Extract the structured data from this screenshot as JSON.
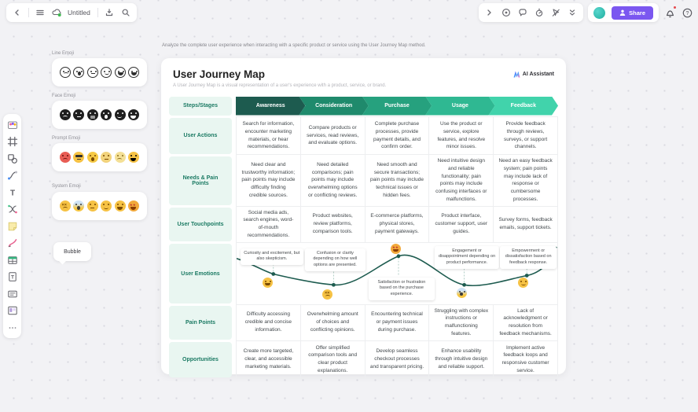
{
  "app": {
    "document_title": "Untitled",
    "share_label": "Share",
    "topbar_left_icons": [
      "back-chevron-icon",
      "menu-icon",
      "cloud-sync-icon",
      "save-icon",
      "search-icon"
    ],
    "topbar_right_icons": [
      "forward-chevron-icon",
      "frames-icon",
      "comment-icon",
      "timer-icon",
      "laser-pointer-icon",
      "collapse-toolbar-icon",
      "notification-bell-icon",
      "help-icon"
    ]
  },
  "left_toolbar": {
    "items": [
      {
        "name": "templates-icon"
      },
      {
        "name": "frame-icon"
      },
      {
        "name": "shapes-icon"
      },
      {
        "name": "connector-icon"
      },
      {
        "name": "text-icon"
      },
      {
        "name": "mindmap-icon"
      },
      {
        "name": "sticky-note-icon"
      },
      {
        "name": "pen-icon"
      },
      {
        "name": "table-icon"
      },
      {
        "name": "doc-icon"
      },
      {
        "name": "text-block-icon"
      },
      {
        "name": "kanban-icon"
      },
      {
        "name": "more-icon"
      }
    ]
  },
  "emoji_panels": [
    {
      "label": "Line Emoji",
      "faces": [
        {
          "name": "sad-line-emoji",
          "bg": "#ffffff",
          "fg": "#2f2f2f",
          "border": "#2f2f2f",
          "mouth": "frown"
        },
        {
          "name": "worried-line-emoji",
          "bg": "#ffffff",
          "fg": "#2f2f2f",
          "border": "#2f2f2f",
          "mouth": "open"
        },
        {
          "name": "neutral-line-emoji",
          "bg": "#ffffff",
          "fg": "#2f2f2f",
          "border": "#2f2f2f",
          "mouth": "flat"
        },
        {
          "name": "slight-smile-line-emoji",
          "bg": "#ffffff",
          "fg": "#2f2f2f",
          "border": "#2f2f2f",
          "mouth": "smile"
        },
        {
          "name": "happy-line-emoji",
          "bg": "#ffffff",
          "fg": "#2f2f2f",
          "border": "#2f2f2f",
          "mouth": "grin"
        },
        {
          "name": "laughing-line-emoji",
          "bg": "#ffffff",
          "fg": "#2f2f2f",
          "border": "#2f2f2f",
          "mouth": "grin"
        }
      ]
    },
    {
      "label": "Face Emoji",
      "faces": [
        {
          "name": "sad-black-emoji",
          "bg": "#1f1f1f",
          "fg": "#ffffff",
          "mouth": "frown"
        },
        {
          "name": "neutral-black-emoji",
          "bg": "#1f1f1f",
          "fg": "#ffffff",
          "mouth": "flat"
        },
        {
          "name": "speechless-black-emoji",
          "bg": "#1f1f1f",
          "fg": "#ffffff",
          "mouth": "block"
        },
        {
          "name": "surprised-black-emoji",
          "bg": "#1f1f1f",
          "fg": "#ffffff",
          "mouth": "open"
        },
        {
          "name": "smiling-black-emoji",
          "bg": "#1f1f1f",
          "fg": "#ffffff",
          "mouth": "smile"
        },
        {
          "name": "laughing-black-emoji",
          "bg": "#1f1f1f",
          "fg": "#ffffff",
          "mouth": "grin"
        }
      ]
    },
    {
      "label": "Prompt Emoji",
      "faces": [
        {
          "name": "angry-emoji",
          "bg": "#e85d55",
          "fg": "#6b1410",
          "mouth": "frown"
        },
        {
          "name": "cool-shades-emoji",
          "bg": "#f6c244",
          "fg": "#333333",
          "eyes": "shades",
          "mouth": "flat"
        },
        {
          "name": "relieved-sweat-emoji",
          "bg": "#f6c944",
          "fg": "#7a4a00",
          "mouth": "open"
        },
        {
          "name": "thinking-emoji",
          "bg": "#f2d37c",
          "fg": "#7a4a00",
          "mouth": "flat"
        },
        {
          "name": "melting-emoji",
          "bg": "#f4e096",
          "fg": "#8a6d1f",
          "mouth": "frown"
        },
        {
          "name": "zany-emoji",
          "bg": "#f6c244",
          "fg": "#b round",
          "mouth": "grin"
        }
      ]
    },
    {
      "label": "System Emoji",
      "faces": [
        {
          "name": "confounded-emoji",
          "bg": "#f6c244",
          "fg": "#7a4a00",
          "eyes": "x",
          "mouth": "frown"
        },
        {
          "name": "screaming-emoji",
          "bg": "linear-gradient(180deg,#cfe3f5 30%,#f6c643 70%)",
          "fg": "#3a3a3a",
          "mouth": "open"
        },
        {
          "name": "skeptical-emoji",
          "bg": "#f6c244",
          "fg": "#7a4a00",
          "mouth": "flat"
        },
        {
          "name": "slight-smile-emoji",
          "bg": "#f6c244",
          "fg": "#7a4a00",
          "mouth": "smile"
        },
        {
          "name": "grinning-emoji",
          "bg": "#f6c244",
          "fg": "#7a4a00",
          "mouth": "grin"
        },
        {
          "name": "star-struck-emoji",
          "bg": "#f2a93b",
          "fg": "#8a3c00",
          "eyes": "star",
          "mouth": "grin"
        }
      ]
    }
  ],
  "bubble": {
    "label": "Bubble"
  },
  "note": {
    "text": "Analyze the complete user experience when interacting with a specific product or service using the User Journey Map method."
  },
  "card": {
    "title": "User Journey Map",
    "subtitle": "A User Journey Map is a visual representation of a user's experience with a product, service, or brand.",
    "ai_badge": "AI Assistant"
  },
  "journey_table": {
    "steps_header": "Steps/Stages",
    "stages": [
      {
        "label": "Awareness",
        "color": "#1d5b4f"
      },
      {
        "label": "Consideration",
        "color": "#1f8a6c"
      },
      {
        "label": "Purchase",
        "color": "#26a17e"
      },
      {
        "label": "Usage",
        "color": "#2fb892"
      },
      {
        "label": "Feedback",
        "color": "#41d3ab"
      }
    ],
    "rows": [
      {
        "label": "User Actions",
        "type": "text",
        "cells": [
          "Search for information, encounter marketing materials, or hear recommendations.",
          "Compare products or services, read reviews, and evaluate options.",
          "Complete purchase processes, provide payment details, and confirm order.",
          "Use the product or service, explore features, and resolve minor issues.",
          "Provide feedback through reviews, surveys, or support channels."
        ]
      },
      {
        "label": "Needs & Pain Points",
        "type": "text",
        "cells": [
          "Need clear and trustworthy information; pain points may include difficulty finding credible sources.",
          "Need detailed comparisons; pain points may include overwhelming options or conflicting reviews.",
          "Need smooth and secure transactions; pain points may include technical issues or hidden fees.",
          "Need intuitive design and reliable functionality; pain points may include confusing interfaces or malfunctions.",
          "Need an easy feedback system; pain points may include lack of response or cumbersome processes."
        ]
      },
      {
        "label": "User Touchpoints",
        "type": "text",
        "cells": [
          "Social media ads, search engines, word-of-mouth recommendations.",
          "Product websites, review platforms, comparison tools.",
          "E-commerce platforms, physical stores, payment gateways.",
          "Product interface, customer support, user guides.",
          "Survey forms, feedback emails, support tickets."
        ]
      },
      {
        "label": "User Emotions",
        "type": "emotions"
      },
      {
        "label": "Pain Points",
        "type": "text",
        "cells": [
          "Difficulty accessing credible and concise information.",
          "Overwhelming amount of choices and conflicting opinions.",
          "Encountering technical or payment issues during purchase.",
          "Struggling with complex instructions or malfunctioning features.",
          "Lack of acknowledgment or resolution from feedback mechanisms."
        ]
      },
      {
        "label": "Opportunities",
        "type": "text",
        "cells": [
          "Create more targeted, clear, and accessible marketing materials.",
          "Offer simplified comparison tools and clear product explanations.",
          "Develop seamless checkout processes and transparent pricing.",
          "Enhance usability through intuitive design and reliable support.",
          "Implement active feedback loops and responsive customer service."
        ]
      }
    ],
    "emotions": {
      "points": [
        {
          "label": "Curiosity and excitement, but also skepticism.",
          "face": {
            "name": "grinning-emoji",
            "bg": "#f6c244",
            "fg": "#7a4a00",
            "mouth": "grin"
          }
        },
        {
          "label": "Confusion or clarity depending on how well options are presented.",
          "face": {
            "name": "confounded-emoji",
            "bg": "#f6c244",
            "fg": "#7a4a00",
            "eyes": "x",
            "mouth": "frown"
          }
        },
        {
          "label": "Satisfaction or frustration based on the purchase experience.",
          "face": {
            "name": "star-struck-emoji",
            "bg": "#f2a93b",
            "fg": "#8a3c00",
            "eyes": "star",
            "mouth": "grin"
          }
        },
        {
          "label": "Engagement or disappointment depending on product performance.",
          "face": {
            "name": "screaming-emoji",
            "bg": "linear-gradient(180deg,#cfe3f5 30%,#f6c643 70%)",
            "fg": "#3a3a3a",
            "mouth": "open"
          }
        },
        {
          "label": "Empowerment or dissatisfaction based on feedback response.",
          "face": {
            "name": "slight-smile-emoji",
            "bg": "#f6c244",
            "fg": "#7a4a00",
            "mouth": "smile"
          }
        }
      ],
      "curve_color": "#1d5b4f"
    }
  },
  "colors": {
    "accent_purple": "#7b57f0",
    "mint_label_bg": "#e9f6f1",
    "mint_label_text": "#1b7a63",
    "canvas_bg": "#f2f2f5",
    "notification_dot": "#e5484d",
    "avatar_teal": "#1fae9f"
  }
}
